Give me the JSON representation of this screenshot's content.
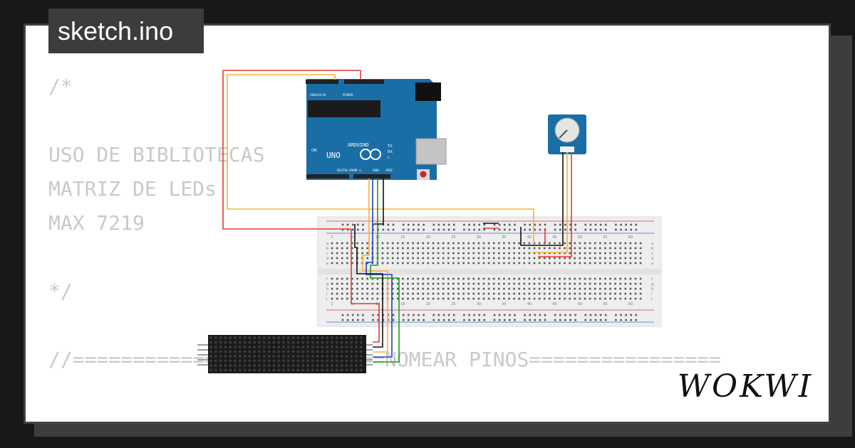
{
  "project": {
    "filename": "sketch.ino"
  },
  "code_lines": [
    "/*",
    "USO DE BIBLIOTECAS",
    "MATRIZ DE LEDs",
    "MAX 7219",
    "*/",
    "//==========================NOMEAR PINOS================"
  ],
  "arduino": {
    "brand": "ARDUINO",
    "model": "UNO",
    "on_label": "ON",
    "tx_label": "TX",
    "rx_label": "RX",
    "l_label": "L",
    "power_label": "POWER",
    "analog_label": "ANALOG IN",
    "digital_label": "DIGITAL (PWM ~)",
    "aref_label": "AREF",
    "gnd_label": "GND"
  },
  "breadboard": {
    "column_numbers": [
      "1",
      "5",
      "10",
      "15",
      "20",
      "25",
      "30",
      "35",
      "40",
      "45",
      "50",
      "55",
      "60"
    ],
    "row_letters_top": [
      "a",
      "b",
      "c",
      "d",
      "e"
    ],
    "row_letters_bottom": [
      "f",
      "g",
      "h",
      "i",
      "j"
    ]
  },
  "colors": {
    "wire_red": "#e53935",
    "wire_yellow": "#f9b233",
    "wire_blue": "#1e40c8",
    "wire_green": "#1a9c2a",
    "wire_black": "#111111",
    "arduino_board": "#1a6ea6",
    "matrix_body": "#1a1a1a"
  },
  "brand": {
    "name": "WOKWI"
  }
}
